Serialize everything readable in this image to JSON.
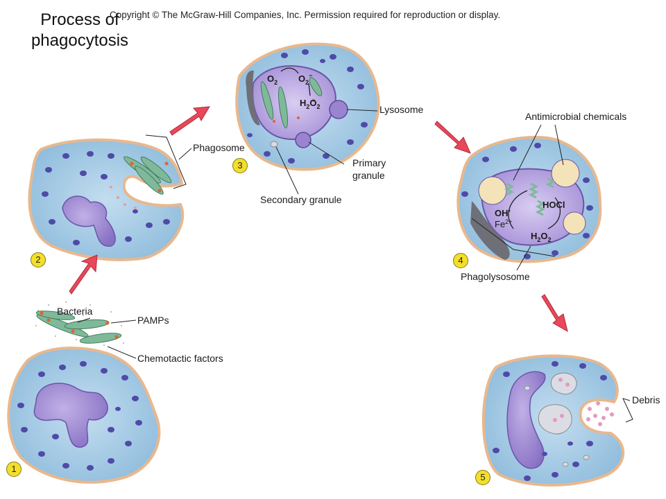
{
  "title": "Process of phagocytosis",
  "copyright": "Copyright © The McGraw-Hill Companies, Inc. Permission required for reproduction or display.",
  "steps": [
    "1",
    "2",
    "3",
    "4",
    "5"
  ],
  "labels": {
    "bacteria": "Bacteria",
    "pamps": "PAMPs",
    "chemotactic_factors": "Chemotactic factors",
    "phagosome": "Phagosome",
    "lysosome": "Lysosome",
    "primary_granule_1": "Primary",
    "primary_granule_2": "granule",
    "secondary_granule": "Secondary granule",
    "antimicrobial_chemicals": "Antimicrobial chemicals",
    "phagolysosome": "Phagolysosome",
    "debris": "Debris"
  },
  "chemicals": {
    "o2": "O",
    "o2_sub": "2",
    "superoxide": "O",
    "superoxide_sub": "2",
    "superoxide_sup": "−",
    "h2o2_step3_a": "H",
    "h2o2_step3_sub1": "2",
    "h2o2_step3_b": "O",
    "h2o2_step3_sub2": "2",
    "oh": "OH",
    "oh_sup": "•",
    "fe": "Fe",
    "fe_sup": "2+",
    "hocl": "HOCl",
    "h2o2_step4_a": "H",
    "h2o2_step4_sub1": "2",
    "h2o2_step4_b": "O",
    "h2o2_step4_sub2": "2"
  },
  "colors": {
    "cytoplasm": "#a9cde6",
    "membrane": "#e8b88e",
    "nucleus": "#9b84cf",
    "granule": "#4f4aa8",
    "bacteria": "#7fb99a",
    "arrow": "#e8485a",
    "step_badge": "#f3df2a"
  }
}
